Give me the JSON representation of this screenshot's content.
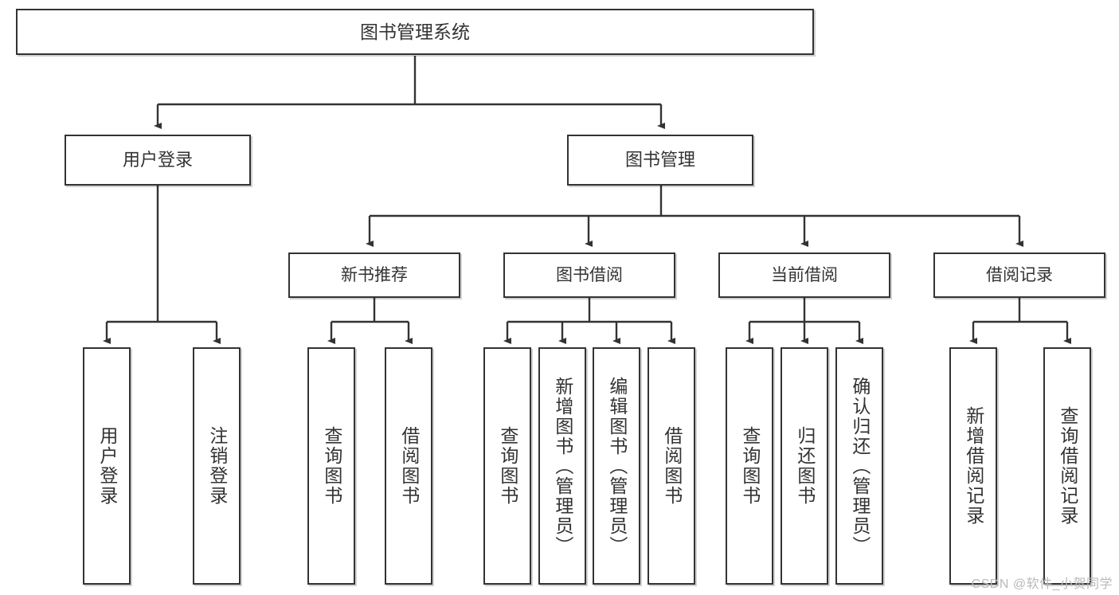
{
  "diagram": {
    "type": "tree-hierarchy",
    "title": "图书管理系统",
    "root": {
      "label": "图书管理系统"
    },
    "level2": [
      {
        "label": "用户登录"
      },
      {
        "label": "图书管理"
      }
    ],
    "level3": [
      {
        "label": "新书推荐"
      },
      {
        "label": "图书借阅"
      },
      {
        "label": "当前借阅"
      },
      {
        "label": "借阅记录"
      }
    ],
    "leaves": {
      "user_login": [
        {
          "label": "用户登录"
        },
        {
          "label": "注销登录"
        }
      ],
      "new_book_recommend": [
        {
          "label": "查询图书"
        },
        {
          "label": "借阅图书"
        }
      ],
      "book_borrow": [
        {
          "label": "查询图书"
        },
        {
          "label": "新增图书（管理员）"
        },
        {
          "label": "编辑图书（管理员）"
        },
        {
          "label": "借阅图书"
        }
      ],
      "current_borrow": [
        {
          "label": "查询图书"
        },
        {
          "label": "归还图书"
        },
        {
          "label": "确认归还（管理员）"
        }
      ],
      "borrow_record": [
        {
          "label": "新增借阅记录"
        },
        {
          "label": "查询借阅记录"
        }
      ]
    }
  },
  "watermark": {
    "text": "CSDN @软件_小贺同学"
  },
  "colors": {
    "border": "#333333",
    "background": "#ffffff",
    "text": "#333333",
    "watermark": "#b9b9b9"
  }
}
